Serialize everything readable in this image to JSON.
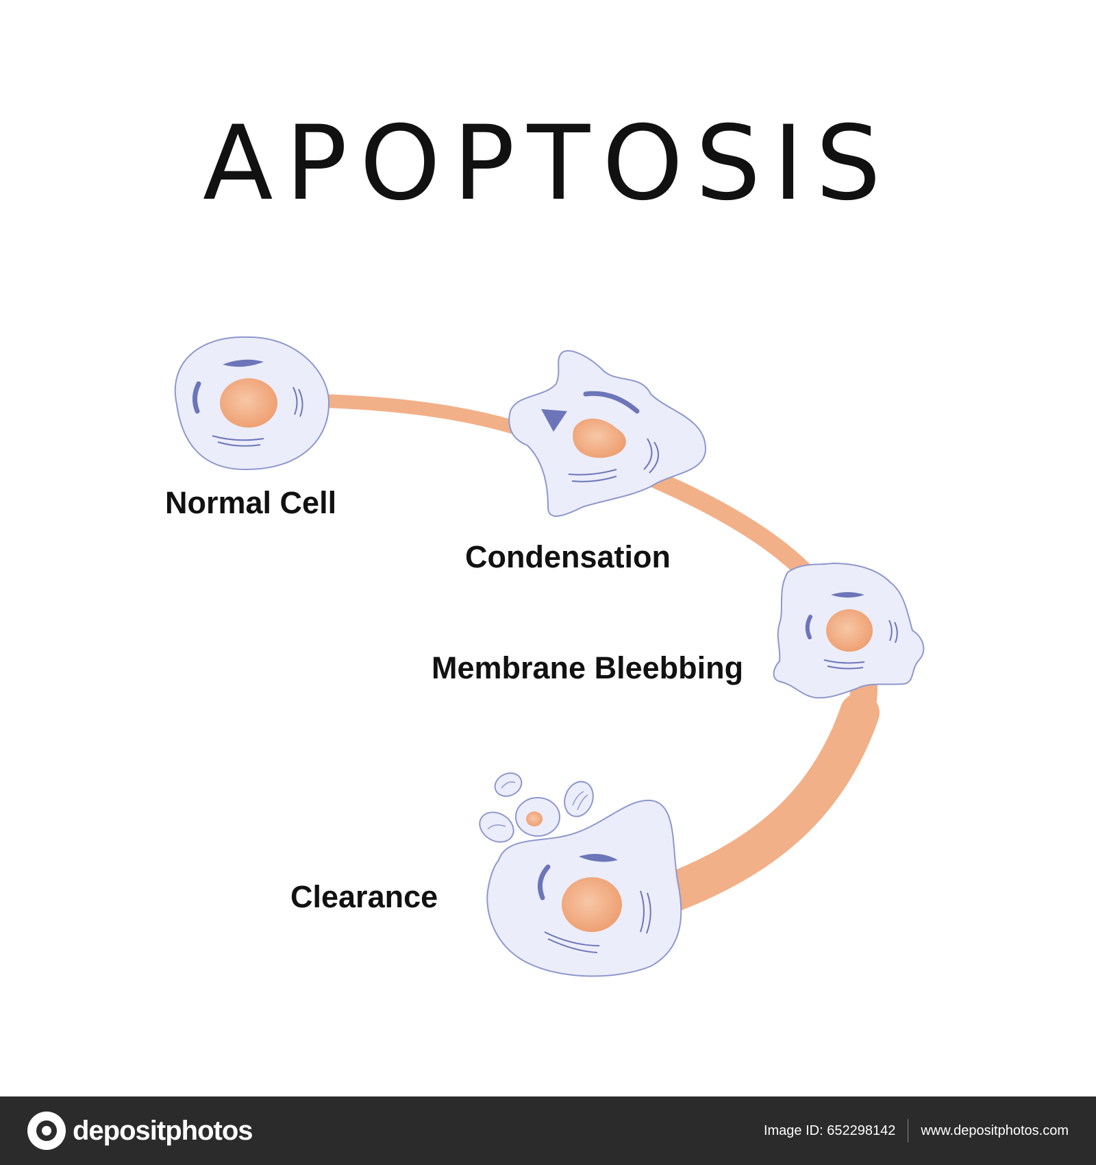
{
  "title": "APOPTOSIS",
  "stages": [
    {
      "label": "Normal Cell"
    },
    {
      "label": "Condensation"
    },
    {
      "label": "Membrane Bleebbing"
    },
    {
      "label": "Clearance"
    }
  ],
  "colors": {
    "path": "#f2b088",
    "cell_fill": "#ecedfa",
    "cell_outline": "#8e97cc",
    "organelle": "#6b75b8",
    "nucleus": "#f0a67a",
    "footer_bg": "#2b2b2b"
  },
  "footer": {
    "brand": "depositphotos",
    "image_id": "Image ID: 652298142",
    "website": "www.depositphotos.com"
  }
}
